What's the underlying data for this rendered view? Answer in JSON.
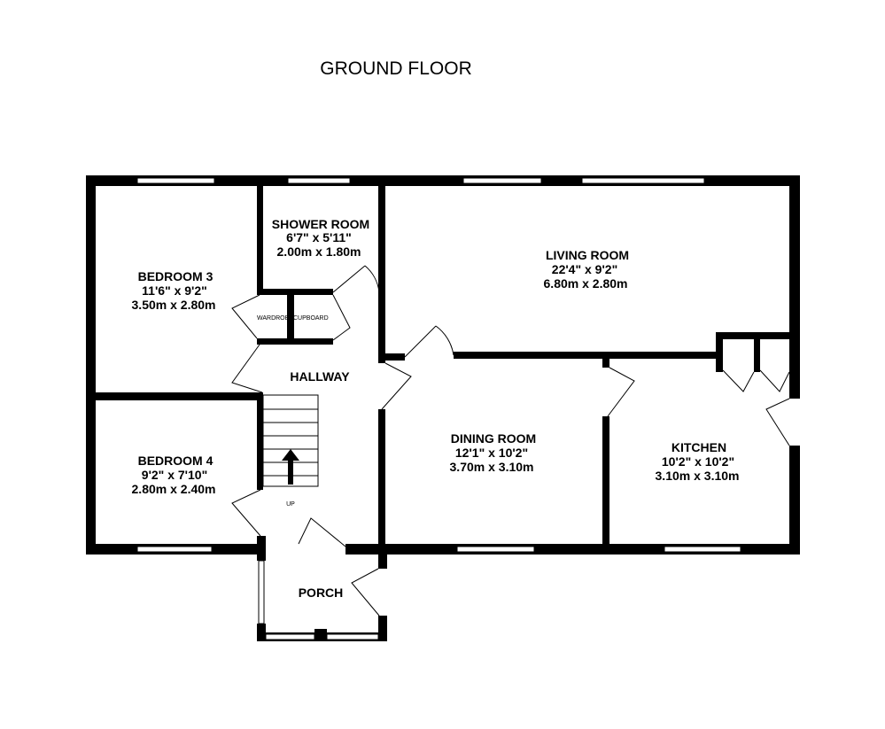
{
  "title": "GROUND FLOOR",
  "rooms": {
    "shower_room": {
      "name": "SHOWER ROOM",
      "imperial": "6'7\"  x 5'11\"",
      "metric": "2.00m  x 1.80m"
    },
    "bedroom3": {
      "name": "BEDROOM 3",
      "imperial": "11'6\"  x 9'2\"",
      "metric": "3.50m  x 2.80m"
    },
    "living_room": {
      "name": "LIVING ROOM",
      "imperial": "22'4\"  x 9'2\"",
      "metric": "6.80m  x 2.80m"
    },
    "hallway": {
      "name": "HALLWAY"
    },
    "dining_room": {
      "name": "DINING ROOM",
      "imperial": "12'1\"  x 10'2\"",
      "metric": "3.70m  x 3.10m"
    },
    "kitchen": {
      "name": "KITCHEN",
      "imperial": "10'2\"  x 10'2\"",
      "metric": "3.10m  x 3.10m"
    },
    "bedroom4": {
      "name": "BEDROOM 4",
      "imperial": "9'2\"  x 7'10\"",
      "metric": "2.80m  x 2.40m"
    },
    "porch": {
      "name": "PORCH"
    }
  },
  "labels": {
    "wardrobe": "WARDROBE",
    "cupboard": "CUPBOARD",
    "stairs_up": "UP"
  },
  "colors": {
    "wall": "#000000",
    "background": "#ffffff"
  }
}
